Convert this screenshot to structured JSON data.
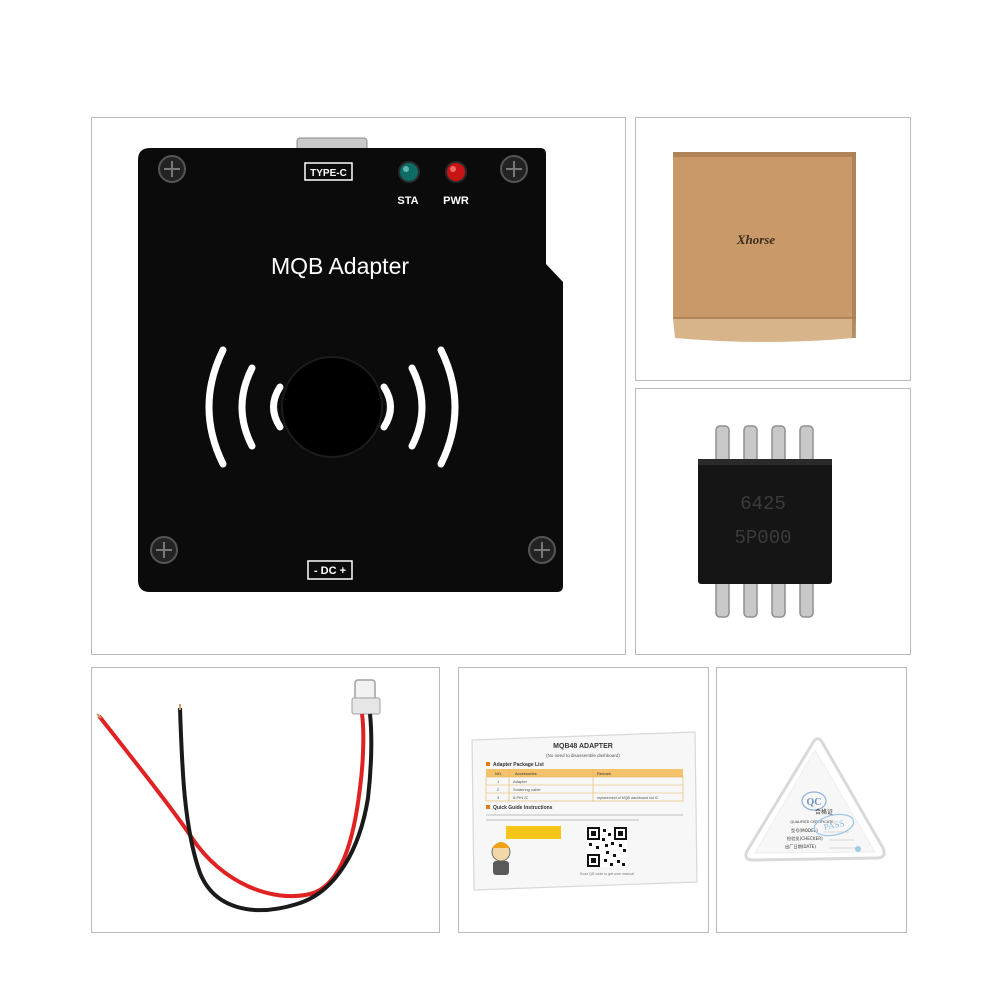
{
  "adapter": {
    "title": "MQB Adapter",
    "type_c_label": "TYPE-C",
    "sta_label": "STA",
    "pwr_label": "PWR",
    "dc_label": "- DC +",
    "led_sta_color": "#0e6b66",
    "led_pwr_color": "#c81414"
  },
  "box": {
    "brand": "Xhorse"
  },
  "chip": {
    "line1": "6425",
    "line2": "5P000"
  },
  "manual": {
    "title": "MQB48 ADAPTER",
    "subtitle": "(No need to disassemble dashboard)",
    "package_list_heading": "Adapter Package List",
    "table_headers": [
      "NO.",
      "Accessories",
      "Remark"
    ],
    "table_rows": [
      [
        "1",
        "Adapter",
        ""
      ],
      [
        "2",
        "Soldering cable",
        ""
      ],
      [
        "3",
        "8-PIN IC",
        "replacement of MQB dashboard old IC"
      ]
    ],
    "quick_guide_heading": "Quick Guide Instructions",
    "scan_caption": "Scan QR code to get user manual"
  },
  "cert": {
    "brand_cn": "合格证",
    "qc": "QC",
    "caption": "QUALIFIED CERTIFICATE",
    "stamp": "PASS",
    "row_model": "型号(MODEL)",
    "row_checker": "检验员(CHECKER)",
    "row_date": "出厂日期(DATE)"
  }
}
